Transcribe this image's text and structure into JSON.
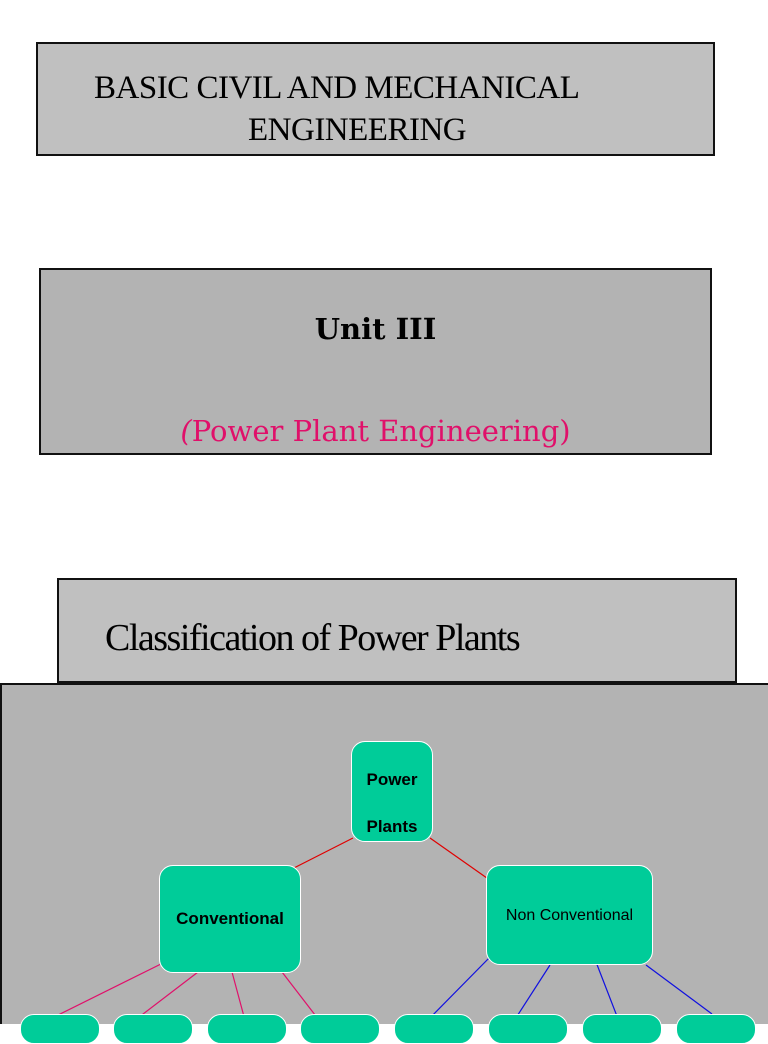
{
  "title": {
    "line1": "BASIC CIVIL AND MECHANICAL",
    "line2": "ENGINEERING"
  },
  "unit": {
    "title": "Unit III",
    "subtitle_open": "(",
    "subtitle_rest": "Power Plant Engineering)"
  },
  "classification": {
    "title": "Classification of Power  Plants"
  },
  "diagram": {
    "root": {
      "line1": "Power",
      "line2": "Plants"
    },
    "conventional": {
      "label": "Conventional"
    },
    "non_conventional": {
      "label": "Non Conventional"
    },
    "colors": {
      "node_fill": "#00cc99",
      "root_links": "#e00000",
      "conventional_links": "#e0106a",
      "non_conventional_links": "#1010e0"
    }
  }
}
